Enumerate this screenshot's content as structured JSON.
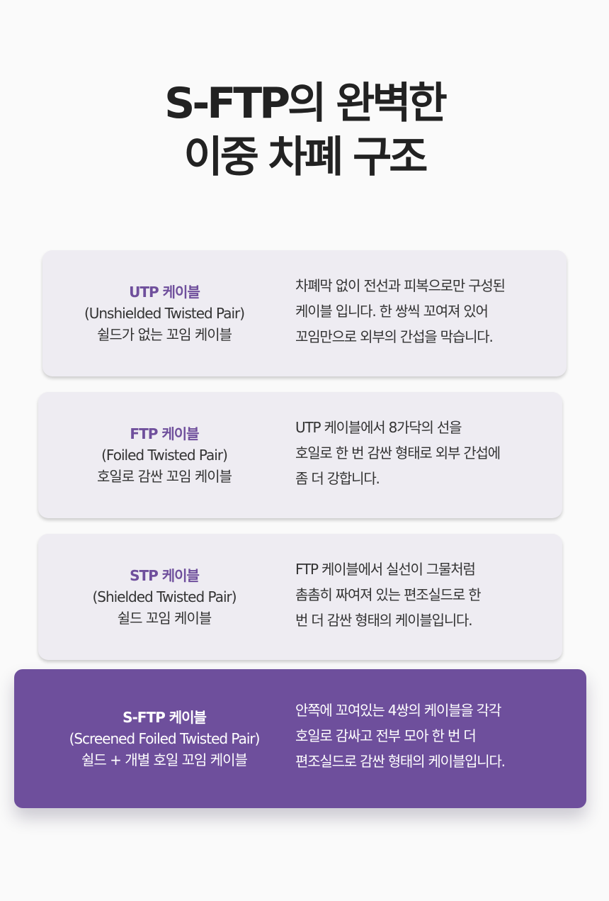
{
  "headline": {
    "line1": "S-FTP의 완벽한",
    "line2": "이중 차폐 구조"
  },
  "cards": [
    {
      "name": "UTP 케이블",
      "fullname": "(Unshielded Twisted Pair)",
      "korean": "쉴드가 없는 꼬임 케이블",
      "desc": [
        "차폐막 없이 전선과 피복으로만 구성된",
        "케이블 입니다. 한 쌍씩 꼬여져 있어",
        "꼬임만으로 외부의 간섭을 막습니다."
      ]
    },
    {
      "name": "FTP 케이블",
      "fullname": "(Foiled Twisted Pair)",
      "korean": "호일로 감싼 꼬임 케이블",
      "desc": [
        "UTP 케이블에서 8가닥의 선을",
        "호일로 한 번 감싼 형태로 외부 간섭에",
        "좀 더 강합니다."
      ]
    },
    {
      "name": "STP 케이블",
      "fullname": "(Shielded Twisted Pair)",
      "korean": "쉴드 꼬임 케이블",
      "desc": [
        "FTP 케이블에서 실선이 그물처럼",
        "촘촘히 짜여져 있는 편조실드로 한",
        "번 더 감싼 형태의 케이블입니다."
      ]
    },
    {
      "name": "S-FTP 케이블",
      "fullname": "(Screened Foiled Twisted Pair)",
      "korean": "쉴드 + 개별 호일 꼬임 케이블",
      "desc": [
        "안쪽에 꼬여있는 4쌍의 케이블을 각각",
        "호일로 감싸고 전부 모아 한 번 더",
        "편조실드로 감싼 형태의 케이블입니다."
      ]
    }
  ],
  "colors": {
    "accent": "#6e4f9c",
    "card_bg": "#eeecf2",
    "page_bg": "#fafafa"
  }
}
